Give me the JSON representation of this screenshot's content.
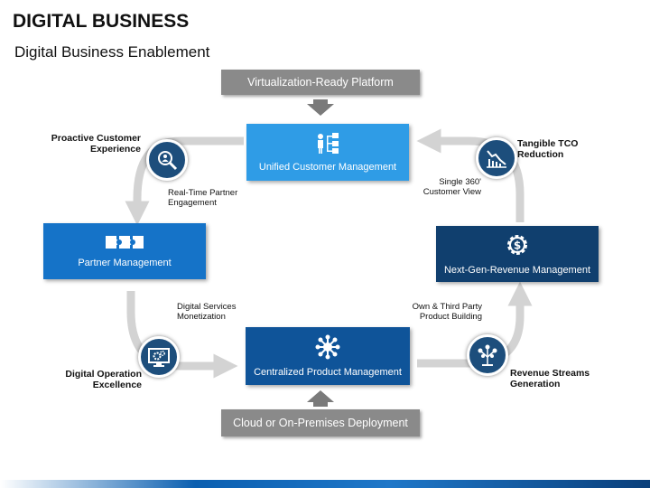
{
  "header": {
    "title": "DIGITAL BUSINESS",
    "subtitle": "Digital Business Enablement"
  },
  "banners": {
    "top": "Virtualization-Ready Platform",
    "bottom": "Cloud or On-Premises Deployment"
  },
  "boxes": {
    "unified": {
      "label": "Unified Customer Management",
      "color": "#2f9ce6"
    },
    "partner": {
      "label": "Partner Management",
      "color": "#1573c8"
    },
    "centralized": {
      "label": "Centralized Product Management",
      "color": "#0f5499"
    },
    "nextgen": {
      "label": "Next-Gen-Revenue Management",
      "color": "#103f6e"
    }
  },
  "callouts": {
    "proactive": [
      "Proactive Customer",
      "Experience"
    ],
    "tco": [
      "Tangible TCO",
      "Reduction"
    ],
    "operation": [
      "Digital Operation",
      "Excellence"
    ],
    "revenue": [
      "Revenue Streams",
      "Generation"
    ]
  },
  "notes": {
    "realtime": [
      "Real-Time Partner",
      "Engagement"
    ],
    "single": [
      "Single 360'",
      "Customer View"
    ],
    "monetization": [
      "Digital Services",
      "Monetization"
    ],
    "own": [
      "Own & Third Party",
      "Product Building"
    ]
  },
  "colors": {
    "arrow": "#d3d3d3",
    "circle": "#1d4e7c",
    "banner": "#8a8a8a"
  },
  "icons": [
    "search-people-icon",
    "hierarchy-icon",
    "puzzle-icon",
    "chart-down-icon",
    "dollar-gear-icon",
    "gear-monitor-icon",
    "network-hub-icon",
    "money-tree-icon"
  ]
}
